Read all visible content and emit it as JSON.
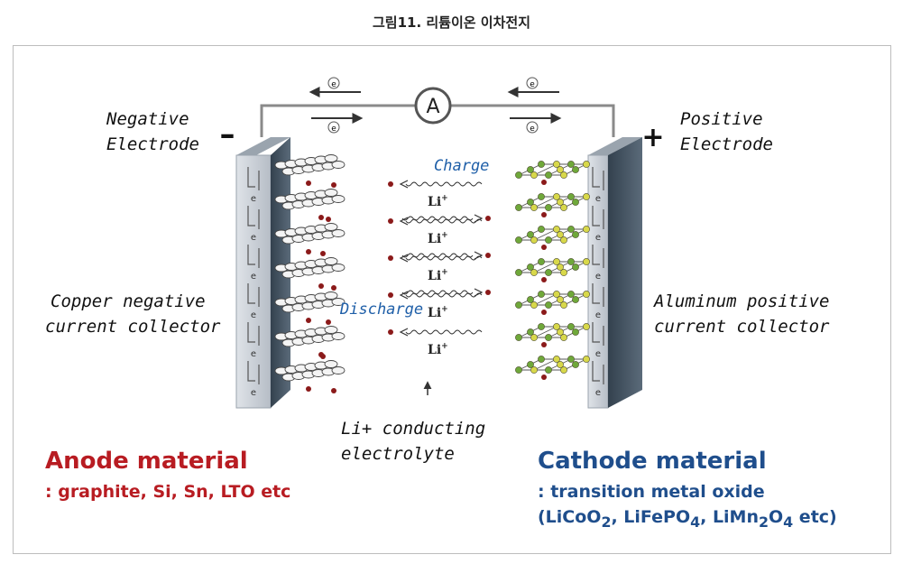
{
  "figure_title": "그림11. 리튬이온 이차전지",
  "labels": {
    "negative_electrode": [
      "Negative",
      "Electrode"
    ],
    "positive_electrode": [
      "Positive",
      "Electrode"
    ],
    "copper_collector": [
      "Copper negative",
      "current collector"
    ],
    "aluminum_collector": [
      "Aluminum positive",
      "current collector"
    ],
    "electrolyte": [
      "Li+ conducting",
      "electrolyte"
    ],
    "charge": "Charge",
    "discharge": "Discharge",
    "minus_sign": "–",
    "plus_sign": "+",
    "ammeter": "A",
    "electron": "e",
    "li_ion": "Li",
    "li_charge": "+"
  },
  "anode": {
    "title": "Anode material",
    "subtitle": ": graphite, Si, Sn, LTO etc",
    "color": "#b81c22"
  },
  "cathode": {
    "title": "Cathode material",
    "subtitle": ": transition metal oxide",
    "formula_parts": [
      "(LiCoO",
      "2",
      ", LiFePO",
      "4",
      ", LiMn",
      "2",
      "O",
      "4",
      " etc)"
    ],
    "color": "#1f4e8c"
  },
  "colors": {
    "collector": "#c9cfd6",
    "collector_dark": "#3f4e5c",
    "wire": "#8a8a8a",
    "li_dot": "#8b1a1a",
    "cathode_green": "#6fa83a",
    "cathode_yellow": "#d8d84a",
    "charge_text": "#1f5fa8"
  }
}
